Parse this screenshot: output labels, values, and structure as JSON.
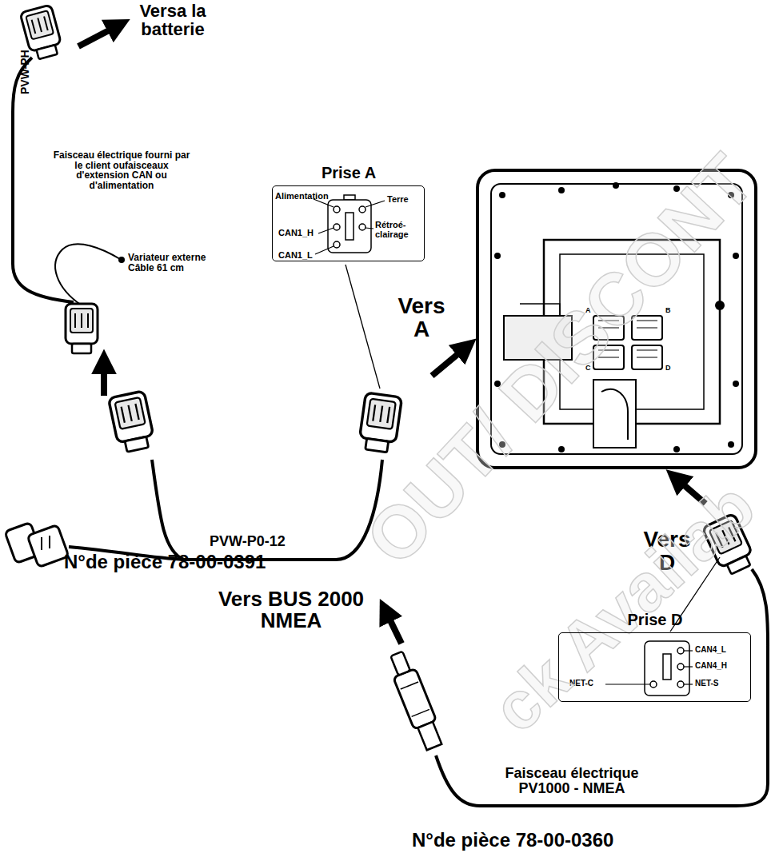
{
  "diagram": {
    "nodes": [
      {
        "text": [
          "Prise A"
        ]
      },
      {
        "text": [
          "Prise D"
        ]
      }
    ],
    "labels": [
      "Versa la batterie",
      "PVW-PH",
      "Faisceau électrique fourni par le client oufaisceaux d'extension CAN ou d'alimentation",
      "Variateur externe Câble 61 cm",
      "Alimentation",
      "Terre",
      "CAN1_H",
      "Rétroé- clairage",
      "CAN1_L",
      "Vers A",
      "PVW-P0-12",
      "N°de pièce 78-00-0391",
      "A",
      "B",
      "C",
      "D",
      "Vers D",
      "CAN4_L",
      "CAN4_H",
      "NET-C",
      "NET-S",
      "Vers BUS 2000 NMEA",
      "Faisceau électrique PV1000 - NMEA",
      "N°de pièce 78-00-0360",
      "OUT/ DISCONT",
      "ck Availab"
    ]
  }
}
